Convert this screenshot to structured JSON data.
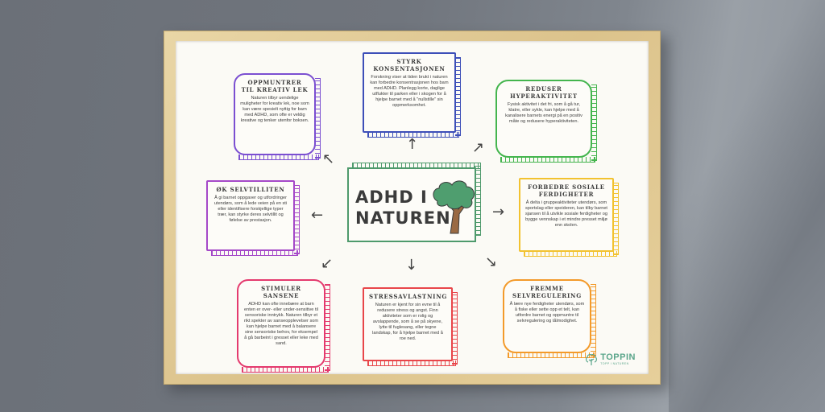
{
  "poster": {
    "center_title_line1": "ADHD I",
    "center_title_line2": "NATUREN",
    "cards": [
      {
        "id": "kreativ",
        "title": "Oppmuntrer til kreativ lek",
        "body": "Naturen tilbyr uendelige muligheter for kreativ lek, noe som kan være spesielt nyttig for barn med ADHD, som ofte er veldig kreative og tenker utenfor boksen.",
        "color": "#7b4fd1"
      },
      {
        "id": "konsentrasjon",
        "title": "Styrk konsentasjonen",
        "body": "Forskning viser at tiden brukt i naturen kan forbedre konsentrasjonen hos barn med ADHD. Planlegg korte, daglige utflukter til parken eller i skogen for å hjelpe barnet med å \"nullstille\" sin oppmerksomhet.",
        "color": "#3d4fb8"
      },
      {
        "id": "hyperaktivitet",
        "title": "Reduser hyperaktivitet",
        "body": "Fysisk aktivitet i det fri, som å gå tur, klatre, eller sykle, kan hjelpe med å kanalisere barnets energi på en positiv måte og redusere hyperaktiviteten.",
        "color": "#44b54e"
      },
      {
        "id": "selvtillit",
        "title": "Øk selvtilliten",
        "body": "Å gi barnet oppgaver og utfordringer utendørs, som å lede veien på en sti eller identifisere forskjellige typer trær, kan styrke deres selvtillit og følelse av prestasjon.",
        "color": "#a548c8"
      },
      {
        "id": "sosiale",
        "title": "Forbedre sosiale ferdigheter",
        "body": "Å delta i gruppeaktiviteter utendørs, som sportslag eller speideren, kan tilby barnet sjansen til å utvikle sosiale ferdigheter og bygge vennskap i et mindre presset miljø enn skolen.",
        "color": "#f2c230"
      },
      {
        "id": "sansene",
        "title": "Stimuler sansene",
        "body": "ADHD kan ofte innebære at barn enten er over- eller under-sensitive til sensoriske inntrykk. Naturen tilbyr et rikt spekter av sanseopplevelser som kan hjelpe barnet med å balansere sine sensoriske behov, for eksempel å gå barbeint i gresset eller leke med sand.",
        "color": "#e43a6e"
      },
      {
        "id": "stress",
        "title": "Stressavlastning",
        "body": "Naturen er kjent for sin evne til å redusere stress og angst. Finn aktiviteter som er rolig og avslappende, som å se på skyene, lytte til fuglesang, eller tegne landskap, for å hjelpe barnet med å roe ned.",
        "color": "#e8464a"
      },
      {
        "id": "selvregulering",
        "title": "Fremme selvregulering",
        "body": "Å lære nye ferdigheter utendørs, som å fiske eller sette opp et telt, kan utfordre barnet og oppmuntre til selvregulering og tålmodighet.",
        "color": "#f39a2a"
      }
    ],
    "logo": {
      "name": "TOPPIN",
      "tagline": "TOPP I NATUREN",
      "color": "#5aa58a"
    },
    "center_color": "#4e9a6c"
  }
}
